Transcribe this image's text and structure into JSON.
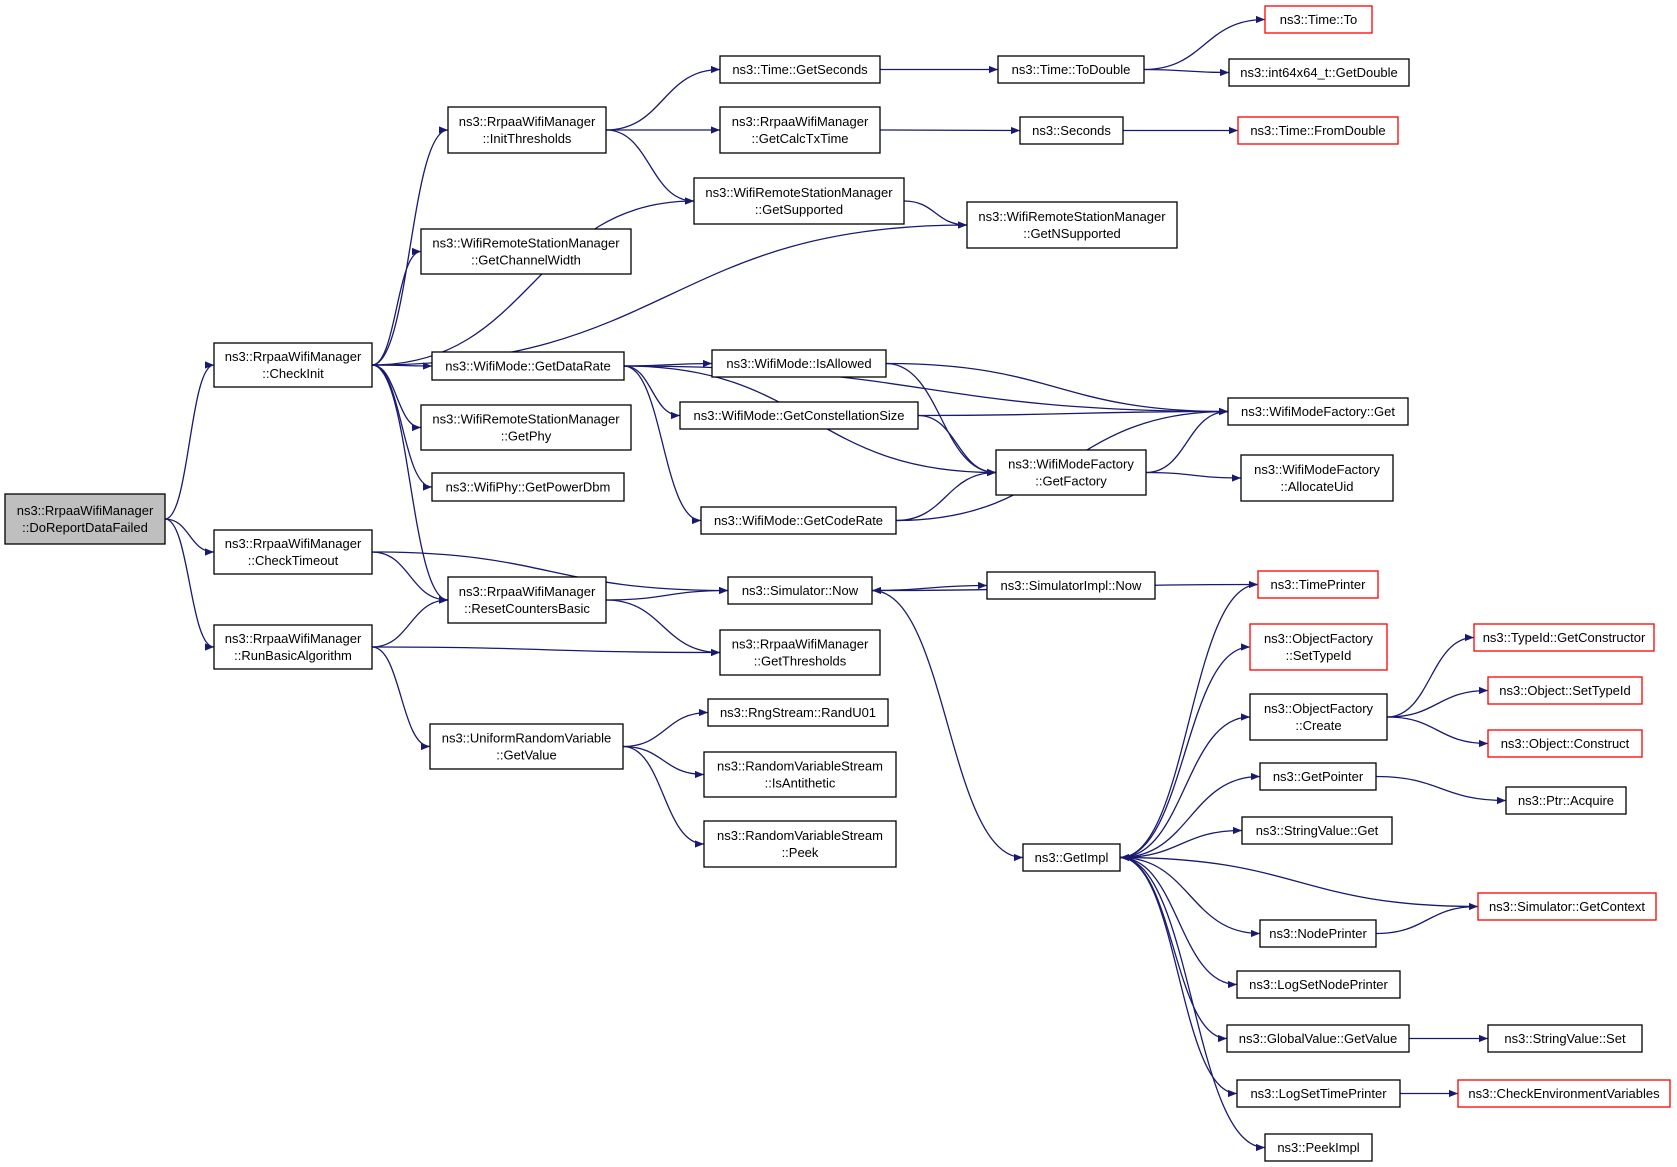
{
  "nodes": [
    {
      "id": "n0",
      "lines": [
        "ns3::RrpaaWifiManager",
        "::DoReportDataFailed"
      ],
      "root": true
    },
    {
      "id": "n1",
      "lines": [
        "ns3::RrpaaWifiManager",
        "::CheckInit"
      ]
    },
    {
      "id": "n2",
      "lines": [
        "ns3::RrpaaWifiManager",
        "::CheckTimeout"
      ]
    },
    {
      "id": "n3",
      "lines": [
        "ns3::RrpaaWifiManager",
        "::RunBasicAlgorithm"
      ]
    },
    {
      "id": "n4",
      "lines": [
        "ns3::RrpaaWifiManager",
        "::InitThresholds"
      ]
    },
    {
      "id": "n5",
      "lines": [
        "ns3::WifiRemoteStationManager",
        "::GetChannelWidth"
      ]
    },
    {
      "id": "n6",
      "lines": [
        "ns3::WifiMode::GetDataRate"
      ]
    },
    {
      "id": "n7",
      "lines": [
        "ns3::WifiRemoteStationManager",
        "::GetPhy"
      ]
    },
    {
      "id": "n8",
      "lines": [
        "ns3::WifiPhy::GetPowerDbm"
      ]
    },
    {
      "id": "n9",
      "lines": [
        "ns3::RrpaaWifiManager",
        "::ResetCountersBasic"
      ]
    },
    {
      "id": "n10",
      "lines": [
        "ns3::UniformRandomVariable",
        "::GetValue"
      ]
    },
    {
      "id": "n11",
      "lines": [
        "ns3::Time::GetSeconds"
      ]
    },
    {
      "id": "n12",
      "lines": [
        "ns3::RrpaaWifiManager",
        "::GetCalcTxTime"
      ]
    },
    {
      "id": "n13",
      "lines": [
        "ns3::WifiRemoteStationManager",
        "::GetSupported"
      ]
    },
    {
      "id": "n14",
      "lines": [
        "ns3::WifiMode::IsAllowed"
      ]
    },
    {
      "id": "n15",
      "lines": [
        "ns3::WifiMode::GetConstellationSize"
      ]
    },
    {
      "id": "n16",
      "lines": [
        "ns3::WifiMode::GetCodeRate"
      ]
    },
    {
      "id": "n17",
      "lines": [
        "ns3::Simulator::Now"
      ]
    },
    {
      "id": "n18",
      "lines": [
        "ns3::RrpaaWifiManager",
        "::GetThresholds"
      ]
    },
    {
      "id": "n19",
      "lines": [
        "ns3::RngStream::RandU01"
      ]
    },
    {
      "id": "n20",
      "lines": [
        "ns3::RandomVariableStream",
        "::IsAntithetic"
      ]
    },
    {
      "id": "n21",
      "lines": [
        "ns3::RandomVariableStream",
        "::Peek"
      ]
    },
    {
      "id": "n22",
      "lines": [
        "ns3::Time::ToDouble"
      ]
    },
    {
      "id": "n23",
      "lines": [
        "ns3::Seconds"
      ]
    },
    {
      "id": "n24",
      "lines": [
        "ns3::WifiRemoteStationManager",
        "::GetNSupported"
      ]
    },
    {
      "id": "n25",
      "lines": [
        "ns3::WifiModeFactory",
        "::GetFactory"
      ]
    },
    {
      "id": "n26",
      "lines": [
        "ns3::SimulatorImpl::Now"
      ]
    },
    {
      "id": "n27",
      "lines": [
        "ns3::GetImpl"
      ]
    },
    {
      "id": "n28",
      "lines": [
        "ns3::Time::To"
      ],
      "red": true
    },
    {
      "id": "n29",
      "lines": [
        "ns3::int64x64_t::GetDouble"
      ]
    },
    {
      "id": "n30",
      "lines": [
        "ns3::Time::FromDouble"
      ],
      "red": true
    },
    {
      "id": "n31",
      "lines": [
        "ns3::WifiModeFactory::Get"
      ]
    },
    {
      "id": "n32",
      "lines": [
        "ns3::WifiModeFactory",
        "::AllocateUid"
      ]
    },
    {
      "id": "n33",
      "lines": [
        "ns3::TimePrinter"
      ],
      "red": true
    },
    {
      "id": "n34",
      "lines": [
        "ns3::ObjectFactory",
        "::SetTypeId"
      ],
      "red": true
    },
    {
      "id": "n35",
      "lines": [
        "ns3::ObjectFactory",
        "::Create"
      ]
    },
    {
      "id": "n36",
      "lines": [
        "ns3::GetPointer"
      ]
    },
    {
      "id": "n37",
      "lines": [
        "ns3::StringValue::Get"
      ]
    },
    {
      "id": "n38",
      "lines": [
        "ns3::NodePrinter"
      ]
    },
    {
      "id": "n39",
      "lines": [
        "ns3::LogSetNodePrinter"
      ]
    },
    {
      "id": "n40",
      "lines": [
        "ns3::GlobalValue::GetValue"
      ]
    },
    {
      "id": "n41",
      "lines": [
        "ns3::LogSetTimePrinter"
      ]
    },
    {
      "id": "n42",
      "lines": [
        "ns3::PeekImpl"
      ]
    },
    {
      "id": "n43",
      "lines": [
        "ns3::TypeId::GetConstructor"
      ],
      "red": true
    },
    {
      "id": "n44",
      "lines": [
        "ns3::Object::SetTypeId"
      ],
      "red": true
    },
    {
      "id": "n45",
      "lines": [
        "ns3::Object::Construct"
      ],
      "red": true
    },
    {
      "id": "n46",
      "lines": [
        "ns3::Ptr::Acquire"
      ]
    },
    {
      "id": "n47",
      "lines": [
        "ns3::Simulator::GetContext"
      ],
      "red": true
    },
    {
      "id": "n48",
      "lines": [
        "ns3::StringValue::Set"
      ]
    },
    {
      "id": "n49",
      "lines": [
        "ns3::CheckEnvironmentVariables"
      ],
      "red": true
    }
  ],
  "edges": [
    [
      "n0",
      "n1"
    ],
    [
      "n0",
      "n2"
    ],
    [
      "n0",
      "n3"
    ],
    [
      "n1",
      "n4"
    ],
    [
      "n1",
      "n5"
    ],
    [
      "n1",
      "n6"
    ],
    [
      "n1",
      "n7"
    ],
    [
      "n1",
      "n8"
    ],
    [
      "n1",
      "n9"
    ],
    [
      "n1",
      "n13"
    ],
    [
      "n1",
      "n24"
    ],
    [
      "n2",
      "n9"
    ],
    [
      "n2",
      "n17"
    ],
    [
      "n3",
      "n9"
    ],
    [
      "n3",
      "n18"
    ],
    [
      "n3",
      "n10"
    ],
    [
      "n4",
      "n11"
    ],
    [
      "n4",
      "n12"
    ],
    [
      "n4",
      "n13"
    ],
    [
      "n6",
      "n14"
    ],
    [
      "n6",
      "n15"
    ],
    [
      "n6",
      "n16"
    ],
    [
      "n6",
      "n25"
    ],
    [
      "n6",
      "n31"
    ],
    [
      "n9",
      "n17"
    ],
    [
      "n9",
      "n18"
    ],
    [
      "n10",
      "n19"
    ],
    [
      "n10",
      "n20"
    ],
    [
      "n10",
      "n21"
    ],
    [
      "n11",
      "n22"
    ],
    [
      "n12",
      "n23"
    ],
    [
      "n13",
      "n24"
    ],
    [
      "n14",
      "n31"
    ],
    [
      "n14",
      "n25"
    ],
    [
      "n15",
      "n31"
    ],
    [
      "n15",
      "n25"
    ],
    [
      "n16",
      "n25"
    ],
    [
      "n16",
      "n31"
    ],
    [
      "n17",
      "n26"
    ],
    [
      "n17",
      "n27"
    ],
    [
      "n22",
      "n28"
    ],
    [
      "n22",
      "n29"
    ],
    [
      "n23",
      "n30"
    ],
    [
      "n25",
      "n31"
    ],
    [
      "n25",
      "n32"
    ],
    [
      "n27",
      "n33"
    ],
    [
      "n27",
      "n34"
    ],
    [
      "n27",
      "n35"
    ],
    [
      "n27",
      "n36"
    ],
    [
      "n27",
      "n37"
    ],
    [
      "n27",
      "n38"
    ],
    [
      "n27",
      "n39"
    ],
    [
      "n27",
      "n40"
    ],
    [
      "n27",
      "n41"
    ],
    [
      "n27",
      "n42"
    ],
    [
      "n33",
      "n17"
    ],
    [
      "n35",
      "n43"
    ],
    [
      "n35",
      "n44"
    ],
    [
      "n35",
      "n45"
    ],
    [
      "n36",
      "n46"
    ],
    [
      "n38",
      "n47"
    ],
    [
      "n47",
      "n27"
    ],
    [
      "n40",
      "n48"
    ],
    [
      "n41",
      "n49"
    ]
  ]
}
